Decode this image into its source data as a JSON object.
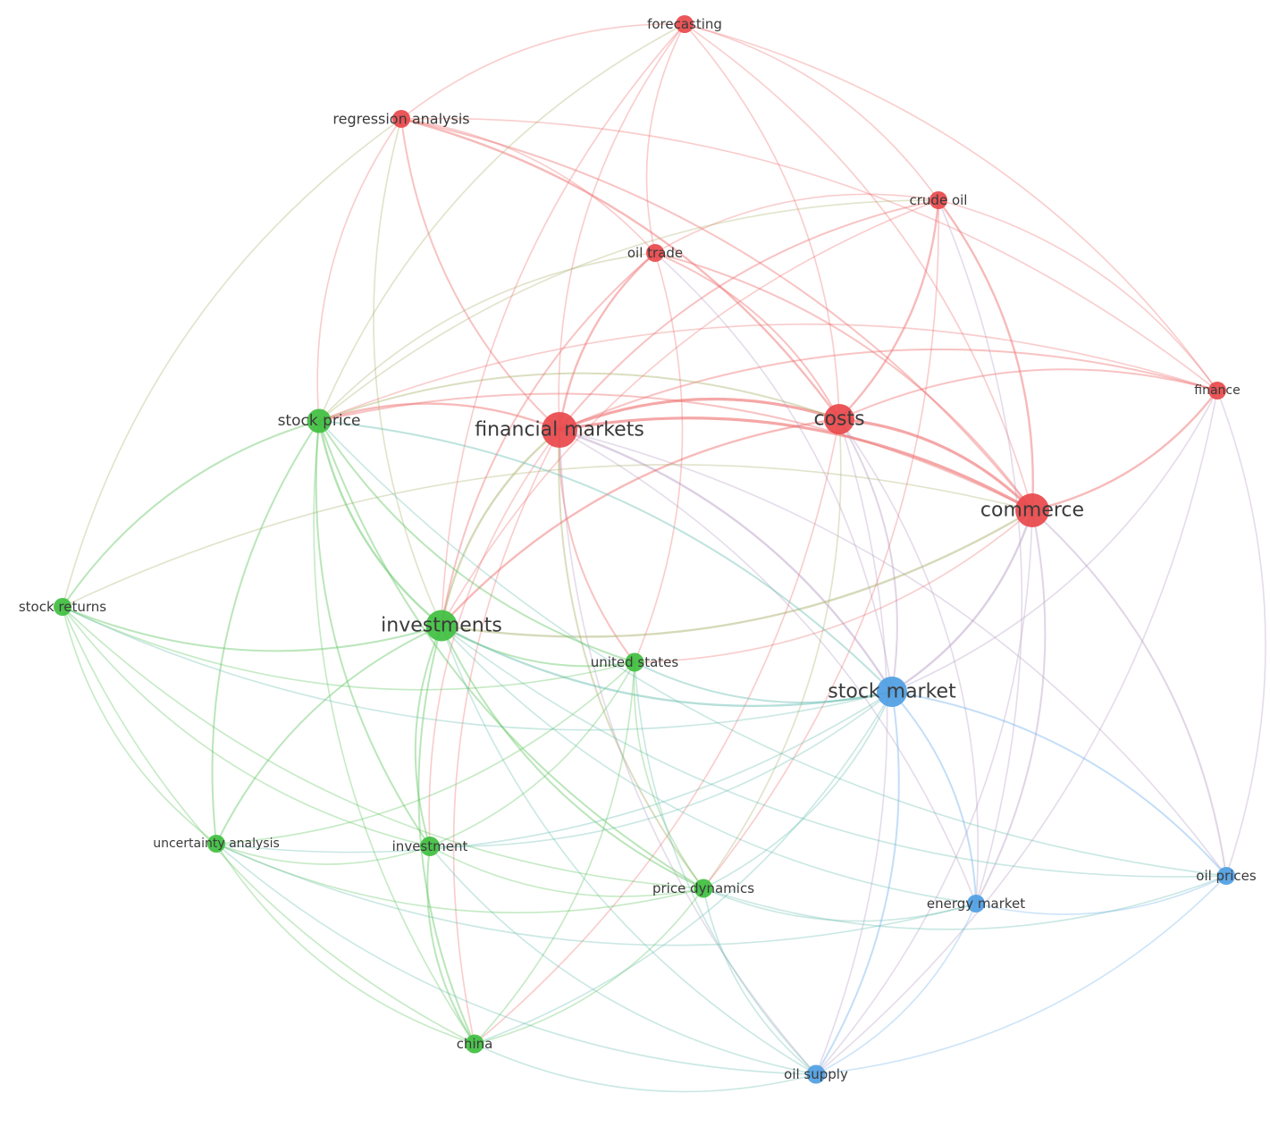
{
  "colors": {
    "cluster_red": "#e9484b",
    "cluster_green": "#3fbf3f",
    "cluster_blue": "#4f9ee3",
    "edge_red": "#ef6f6f",
    "edge_green": "#5cc35c",
    "edge_blue": "#6fb1ec",
    "label": "#3a3a3a",
    "background": "#ffffff"
  },
  "nodes": [
    {
      "id": "forecasting",
      "label": "forecasting",
      "cluster": "red",
      "weight": 1
    },
    {
      "id": "regression_analysis",
      "label": "regression analysis",
      "cluster": "red",
      "weight": 1
    },
    {
      "id": "crude_oil",
      "label": "crude oil",
      "cluster": "red",
      "weight": 1
    },
    {
      "id": "oil_trade",
      "label": "oil trade",
      "cluster": "red",
      "weight": 1
    },
    {
      "id": "finance",
      "label": "finance",
      "cluster": "red",
      "weight": 1
    },
    {
      "id": "financial_markets",
      "label": "financial markets",
      "cluster": "red",
      "weight": 3
    },
    {
      "id": "costs",
      "label": "costs",
      "cluster": "red",
      "weight": 2.4
    },
    {
      "id": "commerce",
      "label": "commerce",
      "cluster": "red",
      "weight": 2.8
    },
    {
      "id": "stock_price",
      "label": "stock price",
      "cluster": "green",
      "weight": 1.7
    },
    {
      "id": "stock_returns",
      "label": "stock returns",
      "cluster": "green",
      "weight": 1
    },
    {
      "id": "investments",
      "label": "investments",
      "cluster": "green",
      "weight": 2.5
    },
    {
      "id": "united_states",
      "label": "united states",
      "cluster": "green",
      "weight": 1.1
    },
    {
      "id": "uncertainty_analysis",
      "label": "uncertainty analysis",
      "cluster": "green",
      "weight": 1
    },
    {
      "id": "investment",
      "label": "investment",
      "cluster": "green",
      "weight": 1.2
    },
    {
      "id": "price_dynamics",
      "label": "price dynamics",
      "cluster": "green",
      "weight": 1.1
    },
    {
      "id": "china",
      "label": "china",
      "cluster": "green",
      "weight": 1.1
    },
    {
      "id": "stock_market",
      "label": "stock market",
      "cluster": "blue",
      "weight": 2.4
    },
    {
      "id": "oil_prices",
      "label": "oil prices",
      "cluster": "blue",
      "weight": 1
    },
    {
      "id": "energy_market",
      "label": "energy market",
      "cluster": "blue",
      "weight": 1
    },
    {
      "id": "oil_supply",
      "label": "oil supply",
      "cluster": "blue",
      "weight": 1.1
    }
  ],
  "edges": [
    [
      "financial_markets",
      "costs",
      3
    ],
    [
      "financial_markets",
      "commerce",
      3
    ],
    [
      "costs",
      "commerce",
      3
    ],
    [
      "financial_markets",
      "stock_price",
      2
    ],
    [
      "financial_markets",
      "investments",
      2
    ],
    [
      "financial_markets",
      "stock_market",
      2
    ],
    [
      "financial_markets",
      "oil_trade",
      2
    ],
    [
      "financial_markets",
      "crude_oil",
      1.5
    ],
    [
      "financial_markets",
      "regression_analysis",
      1.5
    ],
    [
      "financial_markets",
      "forecasting",
      1
    ],
    [
      "financial_markets",
      "finance",
      1.5
    ],
    [
      "financial_markets",
      "united_states",
      1.5
    ],
    [
      "financial_markets",
      "price_dynamics",
      1.5
    ],
    [
      "financial_markets",
      "china",
      1
    ],
    [
      "financial_markets",
      "energy_market",
      1
    ],
    [
      "financial_markets",
      "oil_prices",
      1
    ],
    [
      "financial_markets",
      "oil_supply",
      1
    ],
    [
      "financial_markets",
      "investment",
      1
    ],
    [
      "costs",
      "crude_oil",
      2
    ],
    [
      "costs",
      "oil_trade",
      1.5
    ],
    [
      "costs",
      "regression_analysis",
      2
    ],
    [
      "costs",
      "forecasting",
      1
    ],
    [
      "costs",
      "finance",
      1.5
    ],
    [
      "costs",
      "investments",
      2
    ],
    [
      "costs",
      "stock_price",
      1.5
    ],
    [
      "costs",
      "stock_market",
      1.5
    ],
    [
      "costs",
      "price_dynamics",
      1
    ],
    [
      "costs",
      "china",
      1
    ],
    [
      "costs",
      "oil_supply",
      1
    ],
    [
      "costs",
      "energy_market",
      1
    ],
    [
      "commerce",
      "crude_oil",
      2
    ],
    [
      "commerce",
      "finance",
      2
    ],
    [
      "commerce",
      "oil_trade",
      1.5
    ],
    [
      "commerce",
      "forecasting",
      1
    ],
    [
      "commerce",
      "regression_analysis",
      1.5
    ],
    [
      "commerce",
      "stock_market",
      2
    ],
    [
      "commerce",
      "investments",
      2
    ],
    [
      "commerce",
      "stock_price",
      1.5
    ],
    [
      "commerce",
      "oil_prices",
      1.5
    ],
    [
      "commerce",
      "energy_market",
      1.5
    ],
    [
      "commerce",
      "oil_supply",
      1
    ],
    [
      "commerce",
      "united_states",
      1
    ],
    [
      "commerce",
      "stock_returns",
      1
    ],
    [
      "crude_oil",
      "forecasting",
      1
    ],
    [
      "crude_oil",
      "finance",
      1
    ],
    [
      "crude_oil",
      "oil_trade",
      1
    ],
    [
      "crude_oil",
      "stock_price",
      1
    ],
    [
      "crude_oil",
      "investments",
      1
    ],
    [
      "crude_oil",
      "energy_market",
      1
    ],
    [
      "crude_oil",
      "price_dynamics",
      1
    ],
    [
      "oil_trade",
      "forecasting",
      1
    ],
    [
      "oil_trade",
      "regression_analysis",
      1
    ],
    [
      "oil_trade",
      "stock_price",
      1
    ],
    [
      "oil_trade",
      "investments",
      1.5
    ],
    [
      "oil_trade",
      "stock_market",
      1
    ],
    [
      "oil_trade",
      "united_states",
      1
    ],
    [
      "forecasting",
      "regression_analysis",
      1
    ],
    [
      "forecasting",
      "finance",
      1
    ],
    [
      "forecasting",
      "stock_price",
      1
    ],
    [
      "forecasting",
      "investments",
      1
    ],
    [
      "regression_analysis",
      "stock_returns",
      1
    ],
    [
      "regression_analysis",
      "stock_price",
      1
    ],
    [
      "regression_analysis",
      "investments",
      1
    ],
    [
      "regression_analysis",
      "finance",
      1
    ],
    [
      "finance",
      "stock_market",
      1
    ],
    [
      "finance",
      "stock_price",
      1
    ],
    [
      "finance",
      "oil_prices",
      1
    ],
    [
      "finance",
      "oil_supply",
      1
    ],
    [
      "stock_price",
      "investments",
      2
    ],
    [
      "stock_price",
      "stock_returns",
      1.5
    ],
    [
      "stock_price",
      "united_states",
      1.5
    ],
    [
      "stock_price",
      "price_dynamics",
      1.5
    ],
    [
      "stock_price",
      "investment",
      1.5
    ],
    [
      "stock_price",
      "uncertainty_analysis",
      1.5
    ],
    [
      "stock_price",
      "china",
      1
    ],
    [
      "stock_price",
      "stock_market",
      1.5
    ],
    [
      "stock_price",
      "oil_prices",
      1
    ],
    [
      "investments",
      "stock_returns",
      1.5
    ],
    [
      "investments",
      "united_states",
      1.5
    ],
    [
      "investments",
      "stock_market",
      2
    ],
    [
      "investments",
      "investment",
      1.5
    ],
    [
      "investments",
      "price_dynamics",
      1.5
    ],
    [
      "investments",
      "china",
      1.5
    ],
    [
      "investments",
      "uncertainty_analysis",
      1.5
    ],
    [
      "investments",
      "oil_supply",
      1
    ],
    [
      "investments",
      "oil_prices",
      1
    ],
    [
      "investments",
      "energy_market",
      1
    ],
    [
      "stock_returns",
      "uncertainty_analysis",
      1
    ],
    [
      "stock_returns",
      "investment",
      1
    ],
    [
      "stock_returns",
      "china",
      1
    ],
    [
      "stock_returns",
      "united_states",
      1
    ],
    [
      "stock_returns",
      "stock_market",
      1
    ],
    [
      "stock_returns",
      "price_dynamics",
      1
    ],
    [
      "united_states",
      "stock_market",
      1.5
    ],
    [
      "united_states",
      "price_dynamics",
      1
    ],
    [
      "united_states",
      "investment",
      1
    ],
    [
      "united_states",
      "china",
      1
    ],
    [
      "united_states",
      "oil_supply",
      1
    ],
    [
      "united_states",
      "uncertainty_analysis",
      1
    ],
    [
      "uncertainty_analysis",
      "investment",
      1
    ],
    [
      "uncertainty_analysis",
      "china",
      1
    ],
    [
      "uncertainty_analysis",
      "price_dynamics",
      1
    ],
    [
      "uncertainty_analysis",
      "stock_market",
      1
    ],
    [
      "uncertainty_analysis",
      "oil_supply",
      1
    ],
    [
      "uncertainty_analysis",
      "energy_market",
      1
    ],
    [
      "investment",
      "china",
      1.5
    ],
    [
      "investment",
      "price_dynamics",
      1
    ],
    [
      "investment",
      "stock_market",
      1
    ],
    [
      "investment",
      "oil_supply",
      1
    ],
    [
      "price_dynamics",
      "china",
      1
    ],
    [
      "price_dynamics",
      "stock_market",
      1
    ],
    [
      "price_dynamics",
      "oil_supply",
      1
    ],
    [
      "price_dynamics",
      "energy_market",
      1
    ],
    [
      "price_dynamics",
      "oil_prices",
      1
    ],
    [
      "china",
      "stock_market",
      1
    ],
    [
      "china",
      "oil_supply",
      1
    ],
    [
      "stock_market",
      "oil_prices",
      1.5
    ],
    [
      "stock_market",
      "energy_market",
      1.5
    ],
    [
      "stock_market",
      "oil_supply",
      1.5
    ],
    [
      "oil_prices",
      "energy_market",
      1
    ],
    [
      "oil_prices",
      "oil_supply",
      1
    ],
    [
      "energy_market",
      "oil_supply",
      1
    ]
  ]
}
